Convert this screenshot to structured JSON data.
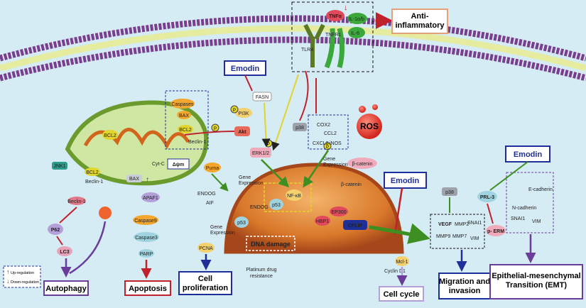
{
  "colors": {
    "background": "#d6ecf5",
    "membrane": "#7a3e8f",
    "emodin_border": "#1f2f9a",
    "inhibit": "#c0212b",
    "activate": "#3e8f22",
    "mito": "#6b9a2d",
    "nucleus": "#b4521c",
    "up_arrow": "#1f2f9a",
    "down_arrow": "#c0212b"
  },
  "emodin_labels": [
    "Emodin",
    "Emodin",
    "Emodin"
  ],
  "anti_inflammatory": "Anti-\ninflammatory",
  "receptor": {
    "tnfa": "TNFα",
    "il1": "IL-1α/b",
    "il6": "IL-6",
    "tnfr1": "TNFR1",
    "tlr": "TLR4"
  },
  "mito": {
    "bcl2_a": "BCL2",
    "bcl2_b": "BCL2",
    "bcl2_c": "BCL2",
    "bax_a": "BAX",
    "bax_b": "BAX",
    "caspases": "Caspases",
    "beclin1_a": "Beclin-1",
    "beclin1_b": "Beclin-1",
    "beclin1_c": "Beclin-1",
    "jnk1": "JNK1",
    "p62": "P62",
    "lc3": "LC3",
    "delta_psi": "Δψm",
    "cytc": "Cyt-C",
    "apaf1": "APAF1",
    "caspase9": "Caspase9",
    "caspase3": "Caspase3",
    "parp": "PARP",
    "puma": "Puma",
    "endog_a": "ENDOG",
    "endog_b": "ENDOG",
    "aif": "AIF"
  },
  "signaling": {
    "fasn": "FASN",
    "pi3k": "PI3K",
    "akt": "Akt",
    "p38_a": "p38",
    "p38_b": "p38",
    "erk": "ERK1/2",
    "ros": "ROS",
    "cox2": "COX2",
    "ccl2": "CCL2",
    "cxcl8": "CXCL8",
    "inos": "iNOS",
    "p_marker": "P"
  },
  "nucleus": {
    "nfkb": "NF-κB",
    "p53_a": "p53",
    "p53_b": "p53",
    "gene_expression_a": "Gene\nExpression",
    "gene_expression_b": "Gene\nExpression",
    "gene_expression_c": "Gene\nExpression",
    "dna_damage": "DNA damage",
    "beta_catenin": "β-catenin",
    "beta_catenin_n": "β-catenin",
    "hbp1": "HBP1",
    "ep300": "EP300",
    "cflip": "CFLIP",
    "pcna": "PCNA",
    "mcl1": "Mcl-1",
    "cyclin_d1": "Cyclin D1",
    "platinum": "Platinum drug\nresistance"
  },
  "migration": {
    "vegf": "VEGF",
    "mmp2": "MMP2",
    "mmp7": "MMP7",
    "mmp9": "MMP9",
    "snai1": "SNAI1",
    "vim": "VIM",
    "prl3": "PRL-3",
    "erm": "p- ERM"
  },
  "emt": {
    "ecadherin": "E-cadherin",
    "ncadherin": "N-cadherin",
    "snai1": "SNAI1",
    "vim": "VIM"
  },
  "legend": {
    "up": "Up-regulation",
    "down": "Down-regulation"
  },
  "outcomes": {
    "autophagy": "Autophagy",
    "apoptosis": "Apoptosis",
    "proliferation": "Cell\nproliferation",
    "cell_cycle": "Cell cycle",
    "migration": "Migration and\ninvasion",
    "emt": "Epithelial-mesenchymal\nTransition (EMT)"
  }
}
